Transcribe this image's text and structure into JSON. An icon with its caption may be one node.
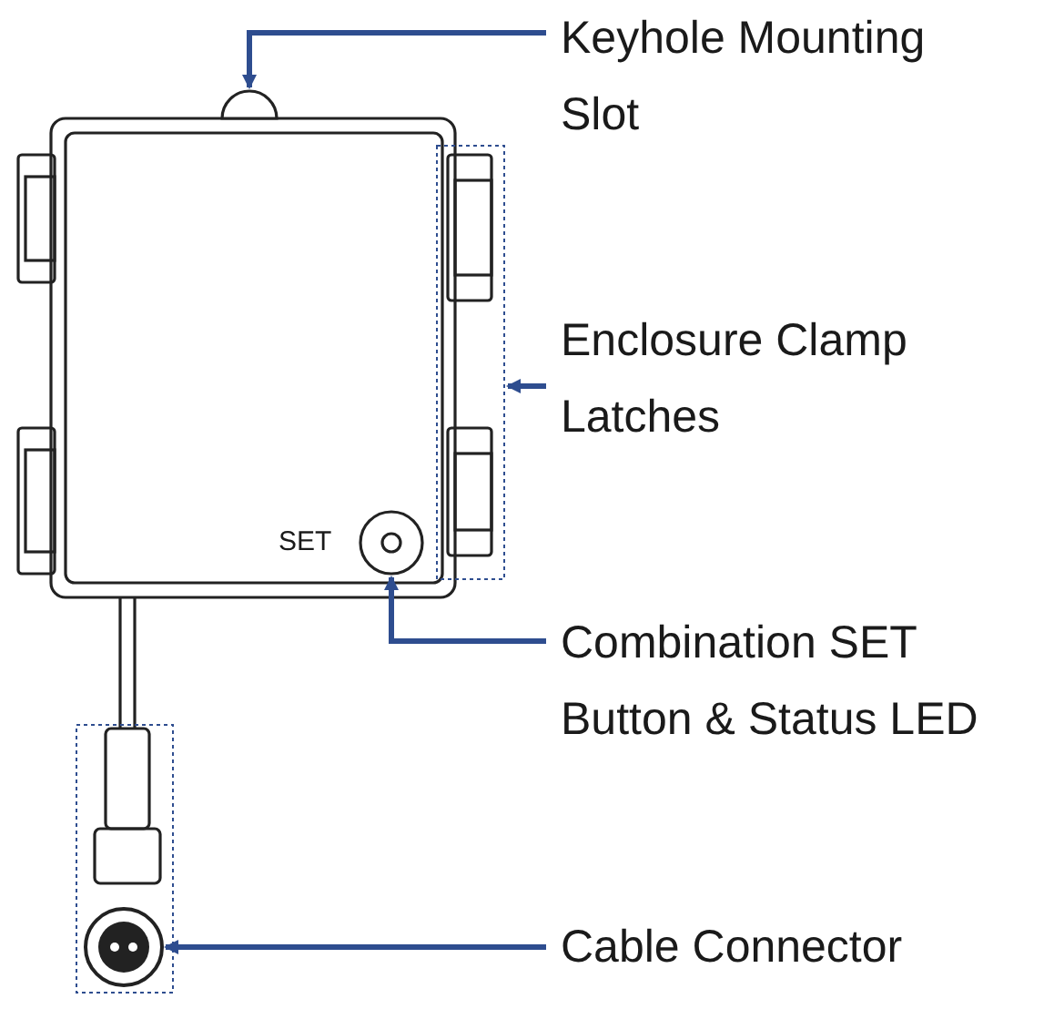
{
  "diagram": {
    "nodes": [
      {
        "text": [
          "Keyhole Mounting Slot"
        ]
      },
      {
        "text": [],
        "shape": "circle"
      },
      {
        "text": [
          "Enclosure Clamp Latches"
        ]
      },
      {
        "text": [],
        "shape": "box"
      },
      {
        "text": [
          "Combination SET Button & Status LED"
        ]
      },
      {
        "text": [],
        "shape": "circle"
      },
      {
        "text": [
          "Cable Connector"
        ]
      },
      {
        "text": [],
        "shape": "circle"
      }
    ],
    "edges": [
      {
        "from": 0,
        "to": 1,
        "arrow": "to"
      },
      {
        "from": 2,
        "to": 3,
        "arrow": "to"
      },
      {
        "from": 4,
        "to": 5,
        "arrow": "to"
      },
      {
        "from": 6,
        "to": 7,
        "arrow": "to"
      }
    ],
    "labels": [
      "SET"
    ]
  }
}
